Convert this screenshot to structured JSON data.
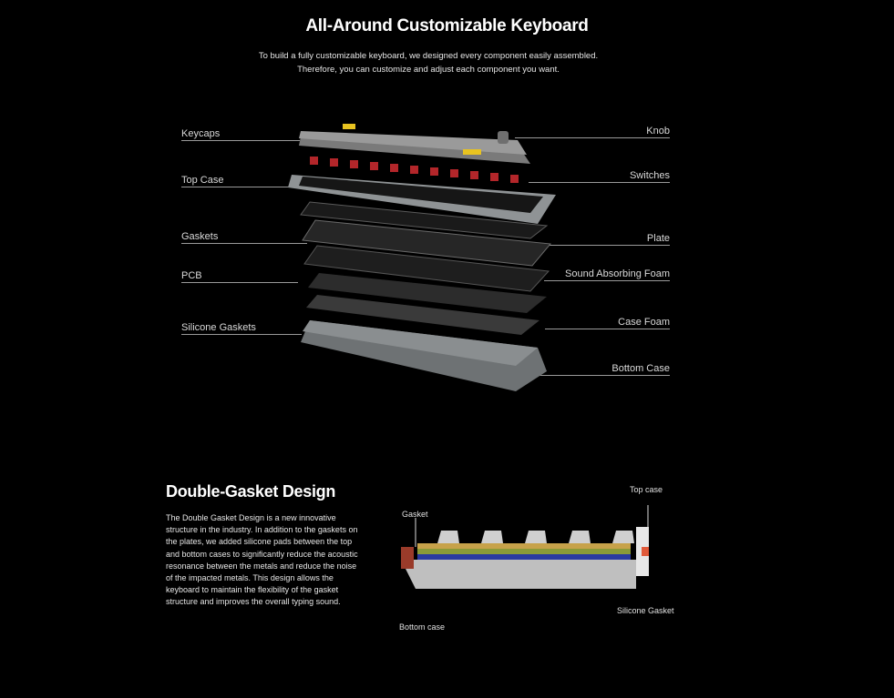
{
  "hero": {
    "title": "All-Around Customizable Keyboard",
    "subtitle": "To build a fully customizable keyboard, we designed every component easily assembled. Therefore, you can customize and adjust each component you want."
  },
  "exploded": {
    "left_labels": {
      "keycaps": "Keycaps",
      "top_case": "Top Case",
      "gaskets": "Gaskets",
      "pcb": "PCB",
      "silicone_gaskets": "Silicone Gaskets"
    },
    "right_labels": {
      "knob": "Knob",
      "switches": "Switches",
      "plate": "Plate",
      "foam": "Sound Absorbing Foam",
      "case_foam": "Case Foam",
      "bottom_case": "Bottom Case"
    }
  },
  "double_gasket": {
    "title": "Double-Gasket Design",
    "body": "The Double Gasket Design is a new innovative structure in the industry. In addition to the gaskets on the plates, we added silicone pads between the top and bottom cases to significantly reduce the acoustic resonance between the metals and reduce the noise of the impacted metals. This design allows the keyboard to maintain the flexibility of the gasket structure and improves the overall typing sound.",
    "labels": {
      "top_case": "Top case",
      "gasket": "Gasket",
      "silicone_gasket": "Silicone Gasket",
      "bottom_case": "Bottom case"
    }
  },
  "colors": {
    "keycap_gray": "#8a8a8a",
    "accent_yellow": "#e8c320",
    "switch_red": "#b3262a",
    "case_gray": "#7a7e80"
  }
}
